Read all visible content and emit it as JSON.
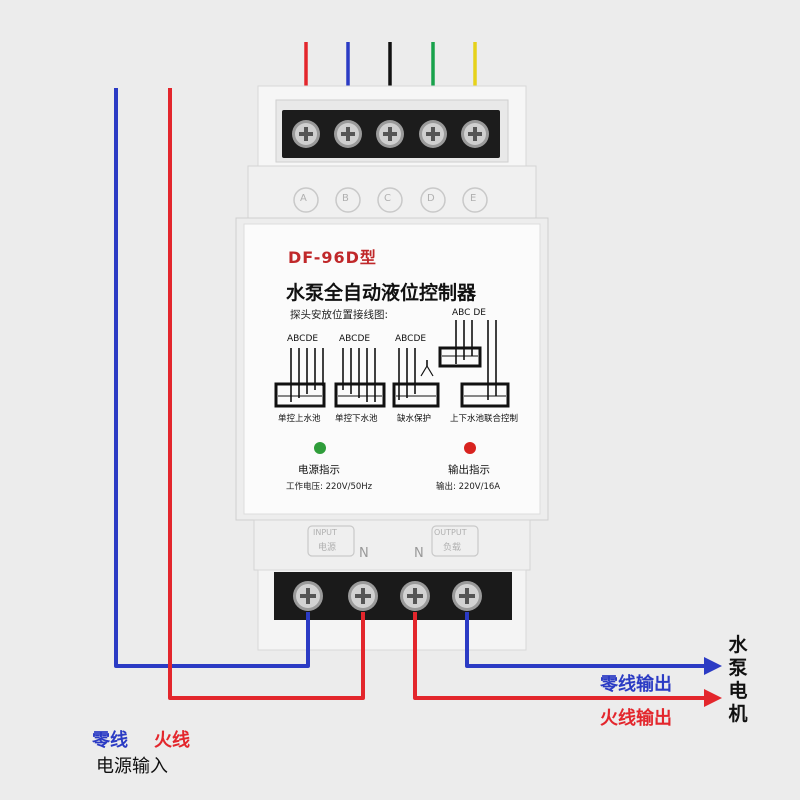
{
  "device": {
    "model": "DF-96D型",
    "title": "水泵全自动液位控制器",
    "diagram_title": "探头安放位置接线图:",
    "terminal_letters": [
      "A",
      "B",
      "C",
      "D",
      "E"
    ],
    "probe_labels": [
      "ABCDE",
      "ABCDE",
      "ABCDE",
      "ABC DE"
    ],
    "diagram_captions": [
      "单控上水池",
      "单控下水池",
      "缺水保护",
      "上下水池联合控制"
    ],
    "power_indicator": {
      "label": "电源指示",
      "spec": "工作电压: 220V/50Hz",
      "color": "#2f9d3a"
    },
    "output_indicator": {
      "label": "输出指示",
      "spec": "输出: 220V/16A",
      "color": "#d8231f"
    },
    "bottom_terminal_labels": {
      "input_en": "INPUT",
      "input_cn": "电源",
      "output_en": "OUTPUT",
      "output_cn": "负载",
      "n1": "N",
      "n2": "N"
    }
  },
  "wires": {
    "colors": {
      "red": "#e3262c",
      "blue": "#2b3bc4",
      "black": "#111111",
      "green": "#18a24b",
      "yellow": "#e6d21a"
    },
    "neutral_label": "零线",
    "live_label": "火线",
    "power_input_label": "电源输入",
    "neutral_out_label": "零线输出",
    "live_out_label": "火线输出",
    "pump_motor_label": [
      "水",
      "泵",
      "电",
      "机"
    ]
  }
}
